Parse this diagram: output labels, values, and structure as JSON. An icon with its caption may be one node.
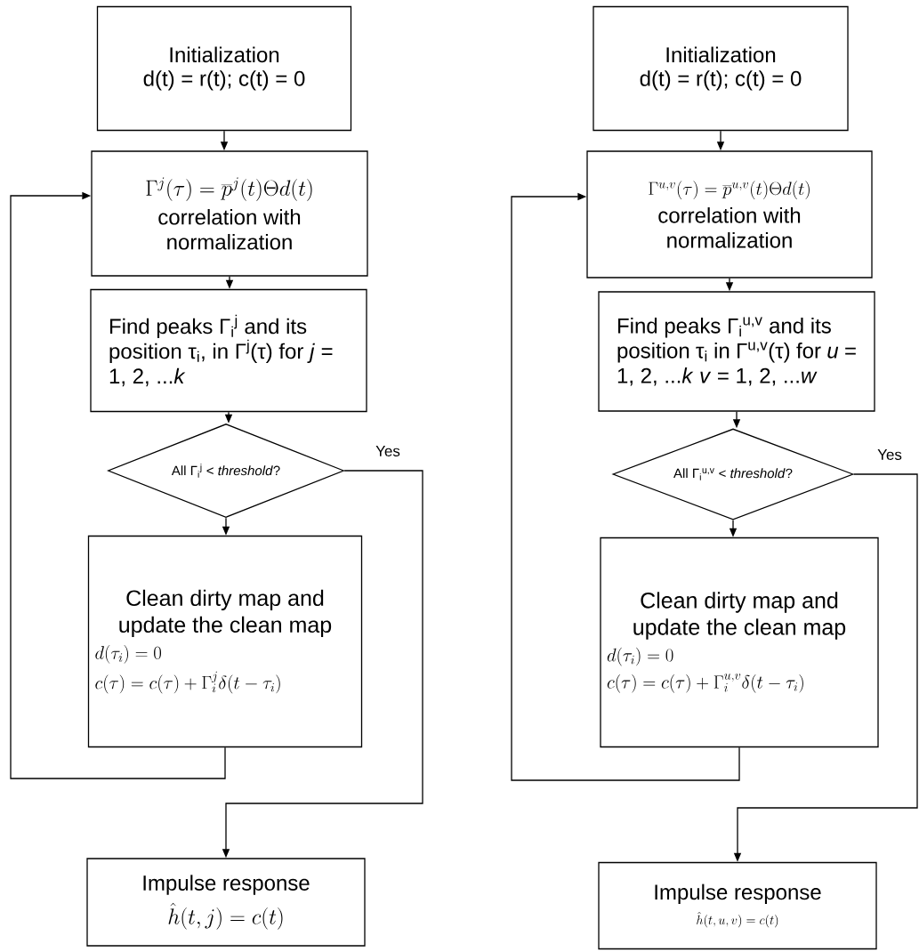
{
  "diagram": {
    "nodes": [
      {
        "text": [
          "Initialization",
          "d(t) = r(t);   c(t) = 0"
        ]
      },
      {
        "text": [
          "\\Gamma^{j}(\\tau) = \\overline{p}^{j}(t)\\Theta d(t)",
          "correlation with normalization"
        ]
      },
      {
        "text": [
          "Find peaks Γ$_{i}$$^{j}$ and its position τ$_{i}$, in Γ$^{j}$(τ) for *j* = 1, 2, ...*k*"
        ]
      },
      {
        "text": [
          "All Γ$_{i}$$^{j}$ < *threshold*?"
        ]
      },
      {
        "text": [
          "Clean dirty map and update the clean map",
          "d(\\tau_{i}) = 0",
          "c(\\tau) = c(\\tau) + \\Gamma_{i}^{j}\\delta(t - \\tau_{i})"
        ]
      },
      {
        "text": [
          "Impulse response",
          "\\hat{h}(t, j) = c(t)"
        ]
      },
      {
        "text": [
          "Initialization",
          "d(t) = r(t);   c(t) = 0"
        ]
      },
      {
        "text": [
          "\\Gamma^{u,v}(\\tau) = \\overline{p}^{u,v}(t)\\Theta d(t)",
          "correlation with normalization"
        ]
      },
      {
        "text": [
          "Find peaks Γ$_{i}$$^{u,v}$ and its position τ$_{i}$ in Γ$^{u,v}$(τ) for *u* = 1, 2, ...*k* *v* = 1, 2, ...*w*"
        ]
      },
      {
        "text": [
          "All Γ$_{i}$$^{u,v}$ < *threshold*?"
        ]
      },
      {
        "text": [
          "Clean dirty map and update the clean map",
          "d(\\tau_{i}) = 0",
          "c(\\tau) = c(\\tau) + \\Gamma_{i}^{u,v}\\delta(t - \\tau_{i})"
        ]
      },
      {
        "text": [
          "Impulse response",
          "\\hat{h}(t, u, v) = c(t)"
        ]
      }
    ],
    "edges": [
      {
        "from": 0,
        "to": 1,
        "arrow": "to"
      },
      {
        "from": 1,
        "to": 2,
        "arrow": "to"
      },
      {
        "from": 2,
        "to": 3,
        "arrow": "to"
      },
      {
        "from": 3,
        "to": 4,
        "arrow": "to"
      },
      {
        "from": 4,
        "to": 1,
        "arrow": "to"
      },
      {
        "from": 3,
        "to": 5,
        "arrow": "to",
        "label": "Yes"
      },
      {
        "from": 6,
        "to": 7,
        "arrow": "to"
      },
      {
        "from": 7,
        "to": 8,
        "arrow": "to"
      },
      {
        "from": 8,
        "to": 9,
        "arrow": "to"
      },
      {
        "from": 9,
        "to": 10,
        "arrow": "to"
      },
      {
        "from": 10,
        "to": 7,
        "arrow": "to"
      },
      {
        "from": 9,
        "to": 11,
        "arrow": "to",
        "label": "Yes"
      }
    ]
  }
}
